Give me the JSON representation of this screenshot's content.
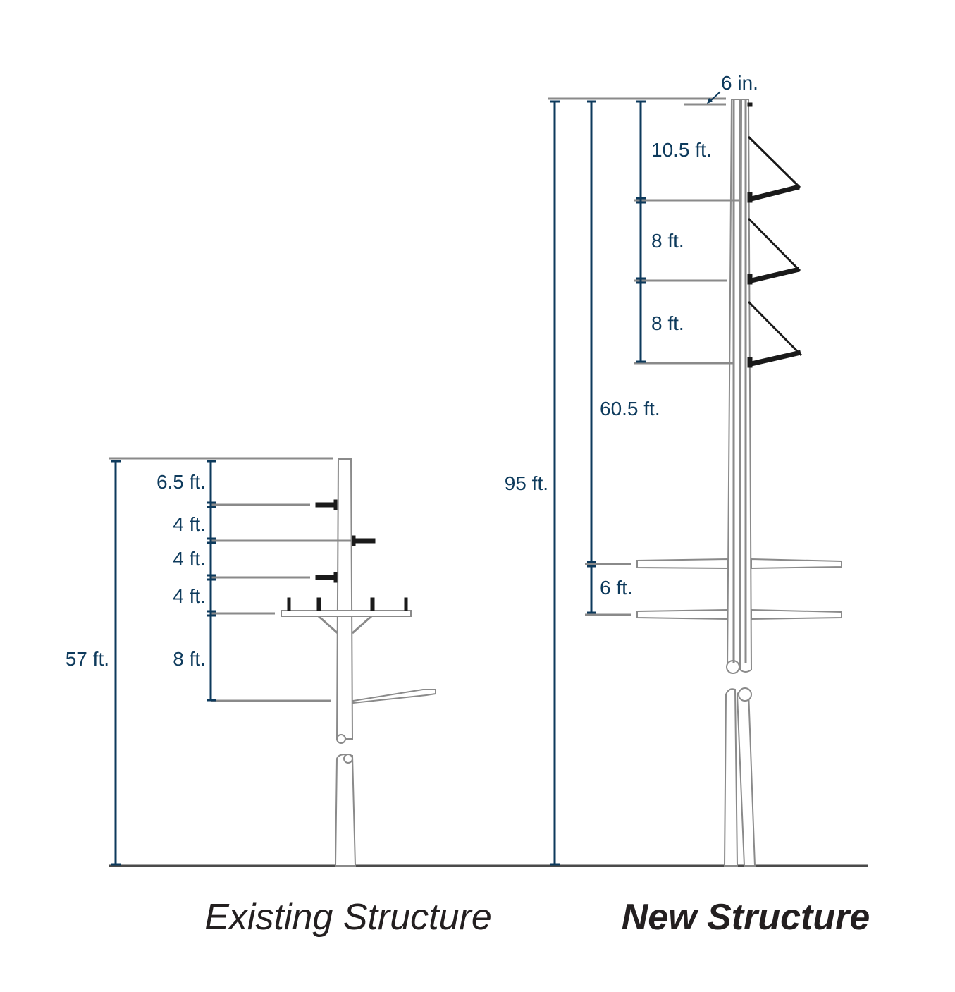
{
  "existing_structure": {
    "title": "Existing Structure",
    "total_height_label": "57 ft.",
    "segments": [
      {
        "label": "6.5 ft.",
        "value_ft": 6.5
      },
      {
        "label": "4 ft.",
        "value_ft": 4
      },
      {
        "label": "4 ft.",
        "value_ft": 4
      },
      {
        "label": "4 ft.",
        "value_ft": 4
      },
      {
        "label": "8 ft.",
        "value_ft": 8
      }
    ]
  },
  "new_structure": {
    "title": "New Structure",
    "total_height_label": "95 ft.",
    "top_offset_label": "6 in.",
    "upper_span_label": "60.5 ft.",
    "segments": [
      {
        "label": "10.5 ft.",
        "value_ft": 10.5
      },
      {
        "label": "8 ft.",
        "value_ft": 8
      },
      {
        "label": "8 ft.",
        "value_ft": 8
      }
    ],
    "lower_segment": {
      "label": "6 ft.",
      "value_ft": 6
    }
  },
  "colors": {
    "dimension": "#0d3a5c",
    "structure_line": "#8a8a8a",
    "ground": "#4a4a4a",
    "title_text": "#231f20"
  }
}
